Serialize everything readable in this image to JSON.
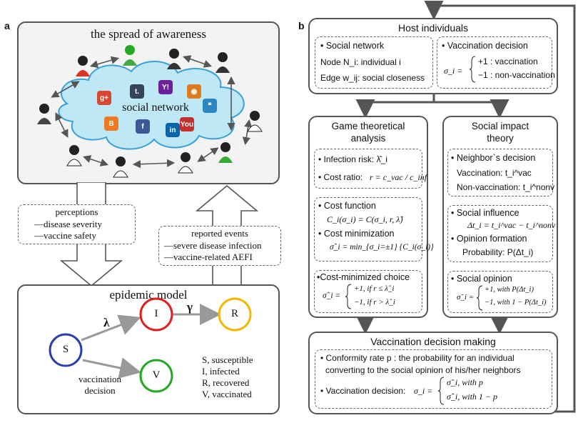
{
  "panel_a": {
    "label": "a",
    "awareness": {
      "title": "the spread of awareness",
      "cloud_label": "social network",
      "social_icons": [
        {
          "name": "google-plus-icon",
          "text": "g+",
          "color": "#d8472f"
        },
        {
          "name": "tumblr-icon",
          "text": "t.",
          "color": "#35465c"
        },
        {
          "name": "yahoo-icon",
          "text": "Y!",
          "color": "#6d1f9c"
        },
        {
          "name": "rss-icon",
          "text": "◉",
          "color": "#e07a1f"
        },
        {
          "name": "blogger-icon",
          "text": "B",
          "color": "#f07a22"
        },
        {
          "name": "facebook-icon",
          "text": "f",
          "color": "#3b5998"
        },
        {
          "name": "linkedin-icon",
          "text": "in",
          "color": "#0a66a8"
        },
        {
          "name": "youtube-icon",
          "text": "You",
          "color": "#c4302b"
        },
        {
          "name": "chat-icon",
          "text": "❝",
          "color": "#2e86c1"
        }
      ]
    },
    "perceptions": {
      "title": "perceptions",
      "items": [
        "—disease severity",
        "—vaccine safety"
      ]
    },
    "reported": {
      "title": "reported events",
      "items": [
        "—severe disease infection",
        "—vaccine-related AEFI"
      ]
    },
    "epidemic": {
      "title": "epidemic model",
      "nodes": [
        {
          "id": "S",
          "label": "S",
          "color": "#2b3fa8"
        },
        {
          "id": "I",
          "label": "I",
          "color": "#e02020"
        },
        {
          "id": "R",
          "label": "R",
          "color": "#f2b800"
        },
        {
          "id": "V",
          "label": "V",
          "color": "#22a822"
        }
      ],
      "lambda": "λ",
      "gamma": "γ",
      "vaccination_decision": [
        "vaccination",
        "decision"
      ],
      "legend": [
        "S, susceptible",
        "I, infected",
        "R, recovered",
        "V, vaccinated"
      ]
    }
  },
  "panel_b": {
    "label": "b",
    "host": {
      "title": "Host individuals",
      "social_network": {
        "title": "• Social network",
        "node": "Node N_i: individual i",
        "edge": "Edge w_ij: social closeness"
      },
      "vaccination_decision": {
        "title": "• Vaccination decision",
        "lhs": "σ_i =",
        "case1": "+1 : vaccination",
        "case2": "−1 : non-vaccination"
      }
    },
    "game": {
      "title": [
        "Game theoretical",
        "analysis"
      ],
      "infection_risk": "• Infection risk: λ̂_i",
      "cost_ratio_label": "• Cost ratio:",
      "cost_ratio_formula": "r = c_vac / c_inf",
      "cost_function_title": "• Cost function",
      "cost_function_formula": "C_i(σ_i) = C(σ_i, r, λ̂)",
      "cost_min_title": "• Cost minimization",
      "cost_min_formula": "σ̂_i = min_{σ_i=±1} {C_i(σ_i)}",
      "choice_title": "•Cost-minimized choice",
      "choice_lhs": "σ̂_i =",
      "choice_case1": "+1, if r ≤ λ̂_i",
      "choice_case2": "−1, if r > λ̂_i"
    },
    "social": {
      "title": [
        "Social impact",
        "theory"
      ],
      "neighbor_title": "• Neighbor`s decision",
      "neighbor_vac": "Vaccination: t_i^vac",
      "neighbor_nonvac": "Non-vaccination: t_i^nonv",
      "influence_title": "• Social influence",
      "influence_formula": "Δt_i = t_i^vac − t_i^nonv",
      "opinion_formation_title": "• Opinion formation",
      "probability": "Probability: P(Δt_i)",
      "opinion_title": "• Social opinion",
      "opinion_lhs": "σ̃_i =",
      "opinion_case1": "+1, with P(Δt_i)",
      "opinion_case2": "−1, with 1 − P(Δt_i)"
    },
    "decision": {
      "title": "Vaccination decision making",
      "conformity_line1": "• Conformity rate p : the probability for an individual",
      "conformity_line2": "converting to the social opinion of his/her neighbors",
      "vd_label": "• Vaccination decision:",
      "vd_lhs": "σ_i =",
      "vd_case1": "σ̃_i, with p",
      "vd_case2": "σ̂_i, with 1 − p"
    }
  }
}
